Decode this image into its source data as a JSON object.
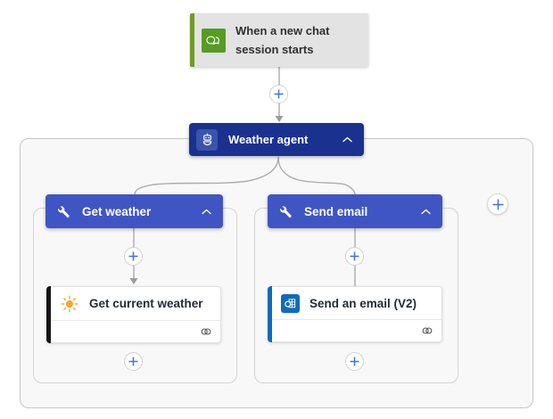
{
  "app": "flow-designer-canvas",
  "trigger": {
    "label": "When a new chat session starts",
    "icon": "chat-icon",
    "accent_color": "#6f9b23",
    "icon_bg_color": "#579b25",
    "bg_color": "#e3e3e3"
  },
  "agent": {
    "label": "Weather agent",
    "icon": "robot-icon",
    "collapse_icon": "chevron-up-icon",
    "bg_color": "#1a3190"
  },
  "branches": [
    {
      "label": "Get weather",
      "icon": "wrench-icon",
      "collapse_icon": "chevron-up-icon",
      "header_color": "#3f55c3",
      "action": {
        "label": "Get current weather",
        "icon": "sun-icon",
        "accent_color": "#161616",
        "connection_icon": "connection-icon"
      }
    },
    {
      "label": "Send email",
      "icon": "wrench-icon",
      "collapse_icon": "chevron-up-icon",
      "header_color": "#3f55c3",
      "action": {
        "label": "Send an email (V2)",
        "icon": "outlook-icon",
        "accent_color": "#0f6cbd",
        "connection_icon": "connection-icon"
      }
    }
  ],
  "add_buttons": {
    "icon": "plus-icon",
    "plus_color": "#3a76d8",
    "count": 6
  },
  "connectors": {
    "color": "#ababab",
    "arrow_color": "#9b9b9b"
  },
  "containers": {
    "bg_color": "#f8f8f8"
  }
}
